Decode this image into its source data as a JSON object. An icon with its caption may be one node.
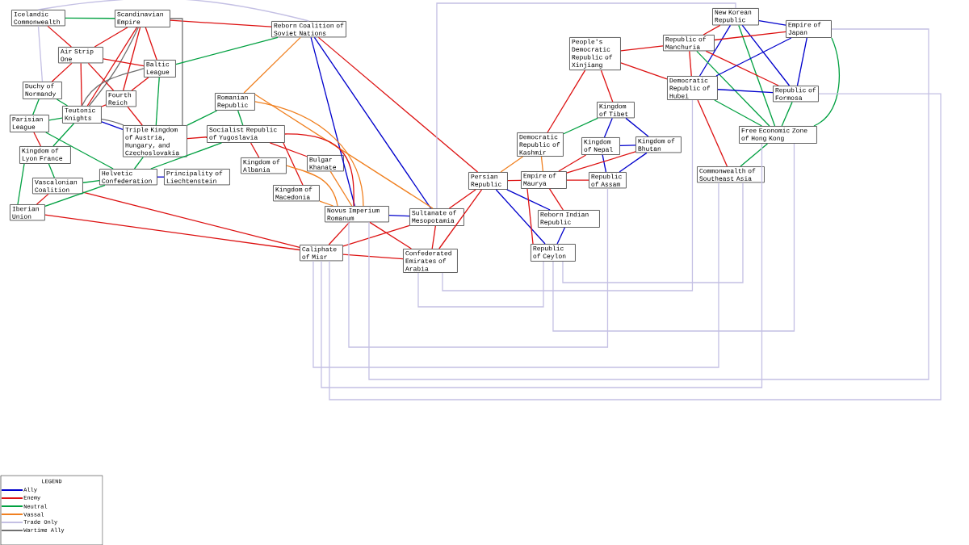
{
  "diagram": {
    "nodes": [
      {
        "text": [
          "Icelandic Commonwealth"
        ]
      },
      {
        "text": [
          "Scandinavian Empire"
        ]
      },
      {
        "text": [
          "Reborn Coalition of Soviet Nations"
        ]
      },
      {
        "text": [
          "Air Strip One"
        ]
      },
      {
        "text": [
          "Baltic League"
        ]
      },
      {
        "text": [
          "Duchy of Normandy"
        ]
      },
      {
        "text": [
          "Fourth Reich"
        ]
      },
      {
        "text": [
          "Teutonic Knights"
        ]
      },
      {
        "text": [
          "Romanian Republic"
        ]
      },
      {
        "text": [
          "Parisian League"
        ]
      },
      {
        "text": [
          "Triple Kingdom of Austria, Hungary, and Czechoslovakia"
        ]
      },
      {
        "text": [
          "Socialist Republic of Yugoslavia"
        ]
      },
      {
        "text": [
          "Kingdom of Lyon France"
        ]
      },
      {
        "text": [
          "Bulgar Khanate"
        ]
      },
      {
        "text": [
          "Kingdom of Albania"
        ]
      },
      {
        "text": [
          "Helvetic Confederation"
        ]
      },
      {
        "text": [
          "Principality of Liechtenstein"
        ]
      },
      {
        "text": [
          "Vascalonian Coalition"
        ]
      },
      {
        "text": [
          "Kingdom of Macedonia"
        ]
      },
      {
        "text": [
          "Iberian Union"
        ]
      },
      {
        "text": [
          "Novus Imperium Romanum"
        ]
      },
      {
        "text": [
          "Sultanate of Mesopotamia"
        ]
      },
      {
        "text": [
          "Caliphate of Misr"
        ]
      },
      {
        "text": [
          "Confederated Emirates of Arabia"
        ]
      },
      {
        "text": [
          "Persian Republic"
        ]
      },
      {
        "text": [
          "People's Democratic Republic of Xinjiang"
        ]
      },
      {
        "text": [
          "Republic of Manchuria"
        ]
      },
      {
        "text": [
          "New Korean Republic"
        ]
      },
      {
        "text": [
          "Empire of Japan"
        ]
      },
      {
        "text": [
          "Democratic Republic of Hubei"
        ]
      },
      {
        "text": [
          "Republic of Formosa"
        ]
      },
      {
        "text": [
          "Kingdom of Tibet"
        ]
      },
      {
        "text": [
          "Free Economic Zone of Hong Kong"
        ]
      },
      {
        "text": [
          "Democratic Republic of Kashmir"
        ]
      },
      {
        "text": [
          "Kingdom of Nepal"
        ]
      },
      {
        "text": [
          "Kingdom of Bhutan"
        ]
      },
      {
        "text": [
          "Commonwealth of Southeast Asia"
        ]
      },
      {
        "text": [
          "Empire of Maurya"
        ]
      },
      {
        "text": [
          "Republic of Assam"
        ]
      },
      {
        "text": [
          "Reborn Indian Republic"
        ]
      },
      {
        "text": [
          "Republic of Ceylon"
        ]
      }
    ],
    "edges": [
      {
        "from": 0,
        "to": 1,
        "arrow": "none",
        "color": "#00a040"
      },
      {
        "from": 0,
        "to": 3,
        "arrow": "none",
        "color": "#dd1111"
      },
      {
        "from": 1,
        "to": 2,
        "arrow": "none",
        "color": "#dd1111"
      },
      {
        "from": 1,
        "to": 3,
        "arrow": "none",
        "color": "#dd1111"
      },
      {
        "from": 1,
        "to": 7,
        "arrow": "none",
        "color": "#dd1111"
      },
      {
        "from": 1,
        "to": 7,
        "arrow": "none",
        "color": "#707070"
      },
      {
        "from": 1,
        "to": 6,
        "arrow": "none",
        "color": "#dd1111"
      },
      {
        "from": 1,
        "to": 4,
        "arrow": "none",
        "color": "#dd1111"
      },
      {
        "from": 1,
        "to": 10,
        "arrow": "none",
        "color": "#707070"
      },
      {
        "from": 4,
        "to": 10,
        "arrow": "none",
        "color": "#00a040"
      },
      {
        "from": 3,
        "to": 5,
        "arrow": "none",
        "color": "#dd1111"
      },
      {
        "from": 3,
        "to": 7,
        "arrow": "none",
        "color": "#dd1111"
      },
      {
        "from": 3,
        "to": 4,
        "arrow": "none",
        "color": "#dd1111"
      },
      {
        "from": 3,
        "to": 6,
        "arrow": "none",
        "color": "#dd1111"
      },
      {
        "from": 4,
        "to": 7,
        "arrow": "none",
        "color": "#707070"
      },
      {
        "from": 4,
        "to": 6,
        "arrow": "none",
        "color": "#dd1111"
      },
      {
        "from": 4,
        "to": 2,
        "arrow": "none",
        "color": "#00a040"
      },
      {
        "from": 5,
        "to": 9,
        "arrow": "none",
        "color": "#00a040"
      },
      {
        "from": 5,
        "to": 7,
        "arrow": "none",
        "color": "#00a040"
      },
      {
        "from": 7,
        "to": 9,
        "arrow": "none",
        "color": "#00a040"
      },
      {
        "from": 7,
        "to": 6,
        "arrow": "none",
        "color": "#dd1111"
      },
      {
        "from": 7,
        "to": 10,
        "arrow": "none",
        "color": "#0000cc"
      },
      {
        "from": 7,
        "to": 10,
        "arrow": "none",
        "color": "#707070"
      },
      {
        "from": 7,
        "to": 12,
        "arrow": "none",
        "color": "#00a040"
      },
      {
        "from": 6,
        "to": 10,
        "arrow": "none",
        "color": "#dd1111"
      },
      {
        "from": 9,
        "to": 12,
        "arrow": "none",
        "color": "#dd1111"
      },
      {
        "from": 9,
        "to": 15,
        "arrow": "none",
        "color": "#00a040"
      },
      {
        "from": 12,
        "to": 17,
        "arrow": "none",
        "color": "#00a040"
      },
      {
        "from": 12,
        "to": 19,
        "arrow": "none",
        "color": "#00a040"
      },
      {
        "from": 17,
        "to": 19,
        "arrow": "none",
        "color": "#dd1111"
      },
      {
        "from": 17,
        "to": 15,
        "arrow": "none",
        "color": "#00a040"
      },
      {
        "from": 17,
        "to": 22,
        "arrow": "none",
        "color": "#dd1111"
      },
      {
        "from": 19,
        "to": 15,
        "arrow": "none",
        "color": "#00a040"
      },
      {
        "from": 19,
        "to": 22,
        "arrow": "none",
        "color": "#dd1111"
      },
      {
        "from": 15,
        "to": 16,
        "arrow": "none",
        "color": "#0000cc"
      },
      {
        "from": 15,
        "to": 10,
        "arrow": "none",
        "color": "#00a040"
      },
      {
        "from": 15,
        "to": 11,
        "arrow": "none",
        "color": "#00a040"
      },
      {
        "from": 10,
        "to": 8,
        "arrow": "none",
        "color": "#00a040"
      },
      {
        "from": 10,
        "to": 11,
        "arrow": "none",
        "color": "#dd1111"
      },
      {
        "from": 2,
        "to": 8,
        "arrow": "none",
        "color": "#f08020"
      },
      {
        "from": 2,
        "to": 20,
        "arrow": "none",
        "color": "#0000cc"
      },
      {
        "from": 2,
        "to": 21,
        "arrow": "none",
        "color": "#0000cc"
      },
      {
        "from": 2,
        "to": 24,
        "arrow": "none",
        "color": "#dd1111"
      },
      {
        "from": 8,
        "to": 11,
        "arrow": "none",
        "color": "#00a040"
      },
      {
        "from": 8,
        "to": 20,
        "arrow": "none",
        "color": "#f08020"
      },
      {
        "from": 8,
        "to": 21,
        "arrow": "none",
        "color": "#f08020"
      },
      {
        "from": 11,
        "to": 20,
        "arrow": "none",
        "color": "#dd1111"
      },
      {
        "from": 11,
        "to": 13,
        "arrow": "none",
        "color": "#dd1111"
      },
      {
        "from": 11,
        "to": 14,
        "arrow": "none",
        "color": "#dd1111"
      },
      {
        "from": 11,
        "to": 18,
        "arrow": "none",
        "color": "#dd1111"
      },
      {
        "from": 14,
        "to": 20,
        "arrow": "none",
        "color": "#f08020"
      },
      {
        "from": 13,
        "to": 20,
        "arrow": "none",
        "color": "#f08020"
      },
      {
        "from": 18,
        "to": 20,
        "arrow": "none",
        "color": "#f08020"
      },
      {
        "from": 20,
        "to": 21,
        "arrow": "none",
        "color": "#0000cc"
      },
      {
        "from": 20,
        "to": 22,
        "arrow": "none",
        "color": "#dd1111"
      },
      {
        "from": 20,
        "to": 23,
        "arrow": "none",
        "color": "#dd1111"
      },
      {
        "from": 22,
        "to": 21,
        "arrow": "none",
        "color": "#dd1111"
      },
      {
        "from": 22,
        "to": 23,
        "arrow": "none",
        "color": "#dd1111"
      },
      {
        "from": 21,
        "to": 23,
        "arrow": "none",
        "color": "#dd1111"
      },
      {
        "from": 21,
        "to": 24,
        "arrow": "none",
        "color": "#dd1111"
      },
      {
        "from": 23,
        "to": 24,
        "arrow": "none",
        "color": "#dd1111"
      },
      {
        "from": 25,
        "to": 26,
        "arrow": "none",
        "color": "#dd1111"
      },
      {
        "from": 25,
        "to": 29,
        "arrow": "none",
        "color": "#dd1111"
      },
      {
        "from": 25,
        "to": 33,
        "arrow": "none",
        "color": "#dd1111"
      },
      {
        "from": 25,
        "to": 31,
        "arrow": "none",
        "color": "#dd1111"
      },
      {
        "from": 33,
        "to": 31,
        "arrow": "none",
        "color": "#00a040"
      },
      {
        "from": 33,
        "to": 24,
        "arrow": "none",
        "color": "#f08020"
      },
      {
        "from": 33,
        "to": 37,
        "arrow": "none",
        "color": "#f08020"
      },
      {
        "from": 31,
        "to": 34,
        "arrow": "none",
        "color": "#0000cc"
      },
      {
        "from": 31,
        "to": 35,
        "arrow": "none",
        "color": "#0000cc"
      },
      {
        "from": 34,
        "to": 35,
        "arrow": "none",
        "color": "#0000cc"
      },
      {
        "from": 34,
        "to": 38,
        "arrow": "none",
        "color": "#0000cc"
      },
      {
        "from": 34,
        "to": 37,
        "arrow": "none",
        "color": "#dd1111"
      },
      {
        "from": 35,
        "to": 37,
        "arrow": "none",
        "color": "#dd1111"
      },
      {
        "from": 35,
        "to": 38,
        "arrow": "none",
        "color": "#0000cc"
      },
      {
        "from": 24,
        "to": 37,
        "arrow": "none",
        "color": "#dd1111"
      },
      {
        "from": 37,
        "to": 38,
        "arrow": "none",
        "color": "#dd1111"
      },
      {
        "from": 24,
        "to": 39,
        "arrow": "none",
        "color": "#0000cc"
      },
      {
        "from": 24,
        "to": 40,
        "arrow": "none",
        "color": "#0000cc"
      },
      {
        "from": 37,
        "to": 39,
        "arrow": "none",
        "color": "#dd1111"
      },
      {
        "from": 37,
        "to": 40,
        "arrow": "none",
        "color": "#dd1111"
      },
      {
        "from": 39,
        "to": 40,
        "arrow": "none",
        "color": "#0000cc"
      },
      {
        "from": 26,
        "to": 29,
        "arrow": "none",
        "color": "#dd1111"
      },
      {
        "from": 29,
        "to": 36,
        "arrow": "none",
        "color": "#dd1111"
      },
      {
        "from": 27,
        "to": 26,
        "arrow": "none",
        "color": "#dd1111"
      },
      {
        "from": 27,
        "to": 28,
        "arrow": "none",
        "color": "#0000cc"
      },
      {
        "from": 27,
        "to": 29,
        "arrow": "none",
        "color": "#0000cc"
      },
      {
        "from": 27,
        "to": 32,
        "arrow": "none",
        "color": "#00a040"
      },
      {
        "from": 27,
        "to": 30,
        "arrow": "none",
        "color": "#0000cc"
      },
      {
        "from": 26,
        "to": 28,
        "arrow": "none",
        "color": "#dd1111"
      },
      {
        "from": 26,
        "to": 30,
        "arrow": "none",
        "color": "#dd1111"
      },
      {
        "from": 26,
        "to": 32,
        "arrow": "none",
        "color": "#00a040"
      },
      {
        "from": 28,
        "to": 29,
        "arrow": "none",
        "color": "#0000cc"
      },
      {
        "from": 28,
        "to": 30,
        "arrow": "none",
        "color": "#0000cc"
      },
      {
        "from": 28,
        "to": 32,
        "arrow": "none",
        "color": "#00a040"
      },
      {
        "from": 29,
        "to": 30,
        "arrow": "none",
        "color": "#0000cc"
      },
      {
        "from": 29,
        "to": 32,
        "arrow": "none",
        "color": "#00a040"
      },
      {
        "from": 30,
        "to": 32,
        "arrow": "none",
        "color": "#00a040"
      },
      {
        "from": 32,
        "to": 36,
        "arrow": "none",
        "color": "#00a040"
      },
      {
        "from": 0,
        "to": 5,
        "arrow": "none",
        "color": "#c4c0e4"
      },
      {
        "from": 0,
        "to": 2,
        "arrow": "none",
        "color": "#c4c0e4"
      },
      {
        "from": 22,
        "to": 32,
        "arrow": "none",
        "color": "#c4c0e4"
      },
      {
        "from": 22,
        "to": 36,
        "arrow": "none",
        "color": "#c4c0e4"
      },
      {
        "from": 20,
        "to": 38,
        "arrow": "none",
        "color": "#c4c0e4"
      },
      {
        "from": 23,
        "to": 40,
        "arrow": "none",
        "color": "#c4c0e4"
      },
      {
        "from": 40,
        "to": 32,
        "arrow": "none",
        "color": "#c4c0e4"
      },
      {
        "from": 22,
        "to": 30,
        "arrow": "none",
        "color": "#c4c0e4"
      },
      {
        "from": 20,
        "to": 28,
        "arrow": "none",
        "color": "#c4c0e4"
      },
      {
        "from": 21,
        "to": 27,
        "arrow": "none",
        "color": "#c4c0e4"
      },
      {
        "from": 23,
        "to": 29,
        "arrow": "none",
        "color": "#c4c0e4"
      },
      {
        "from": 40,
        "to": 36,
        "arrow": "none",
        "color": "#c4c0e4"
      }
    ],
    "labels": [
      "LEGEND"
    ],
    "legend": [
      {
        "text": "Ally",
        "color": "#0000cc"
      },
      {
        "text": "Enemy",
        "color": "#dd1111"
      },
      {
        "text": "Neutral",
        "color": "#00a040"
      },
      {
        "text": "Vassal",
        "color": "#f08020"
      },
      {
        "text": "Trade Only",
        "color": "#c4c0e4"
      },
      {
        "text": "Wartime Ally",
        "color": "#707070"
      }
    ]
  }
}
